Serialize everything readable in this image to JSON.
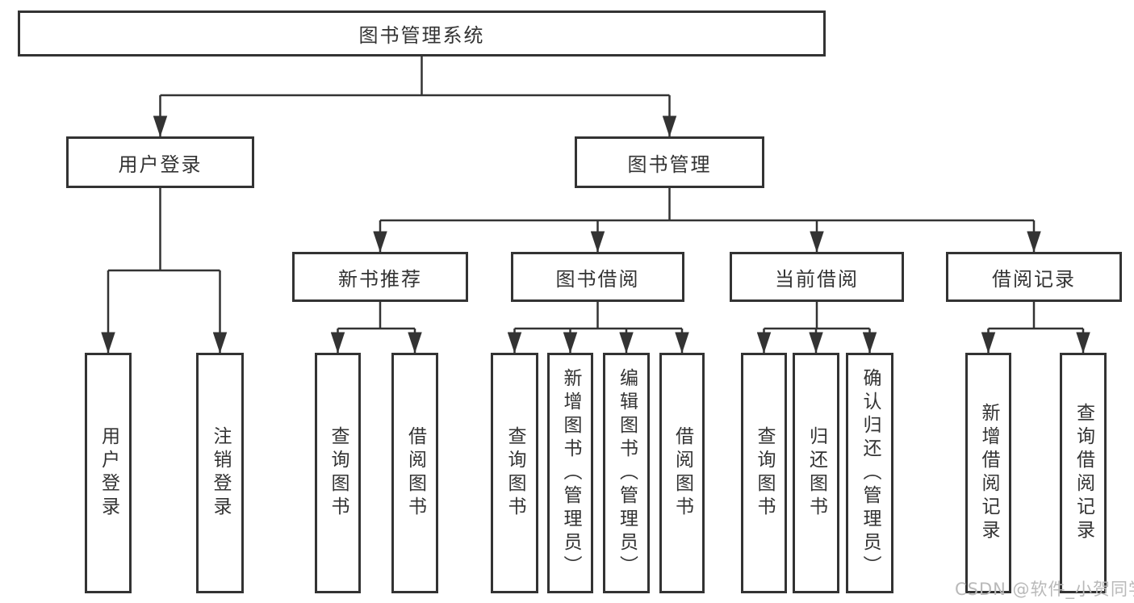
{
  "diagram": {
    "tree": {
      "root": {
        "label": "图书管理系统",
        "children": [
          {
            "label": "用户登录",
            "children": [
              {
                "label": "用户登录"
              },
              {
                "label": "注销登录"
              }
            ]
          },
          {
            "label": "图书管理",
            "children": [
              {
                "label": "新书推荐",
                "children": [
                  {
                    "label": "查询图书"
                  },
                  {
                    "label": "借阅图书"
                  }
                ]
              },
              {
                "label": "图书借阅",
                "children": [
                  {
                    "label": "查询图书"
                  },
                  {
                    "label": "新增图书（管理员）"
                  },
                  {
                    "label": "编辑图书（管理员）"
                  },
                  {
                    "label": "借阅图书"
                  }
                ]
              },
              {
                "label": "当前借阅",
                "children": [
                  {
                    "label": "查询图书"
                  },
                  {
                    "label": "归还图书"
                  },
                  {
                    "label": "确认归还（管理员）"
                  }
                ]
              },
              {
                "label": "借阅记录",
                "children": [
                  {
                    "label": "新增借阅记录"
                  },
                  {
                    "label": "查询借阅记录"
                  }
                ]
              }
            ]
          }
        ]
      }
    },
    "colors": {
      "line": "#333333",
      "text": "#333333",
      "background": "#ffffff",
      "watermark": "#b9b9b9"
    },
    "watermark": {
      "text": "CSDN @软件_小贺同学"
    }
  }
}
